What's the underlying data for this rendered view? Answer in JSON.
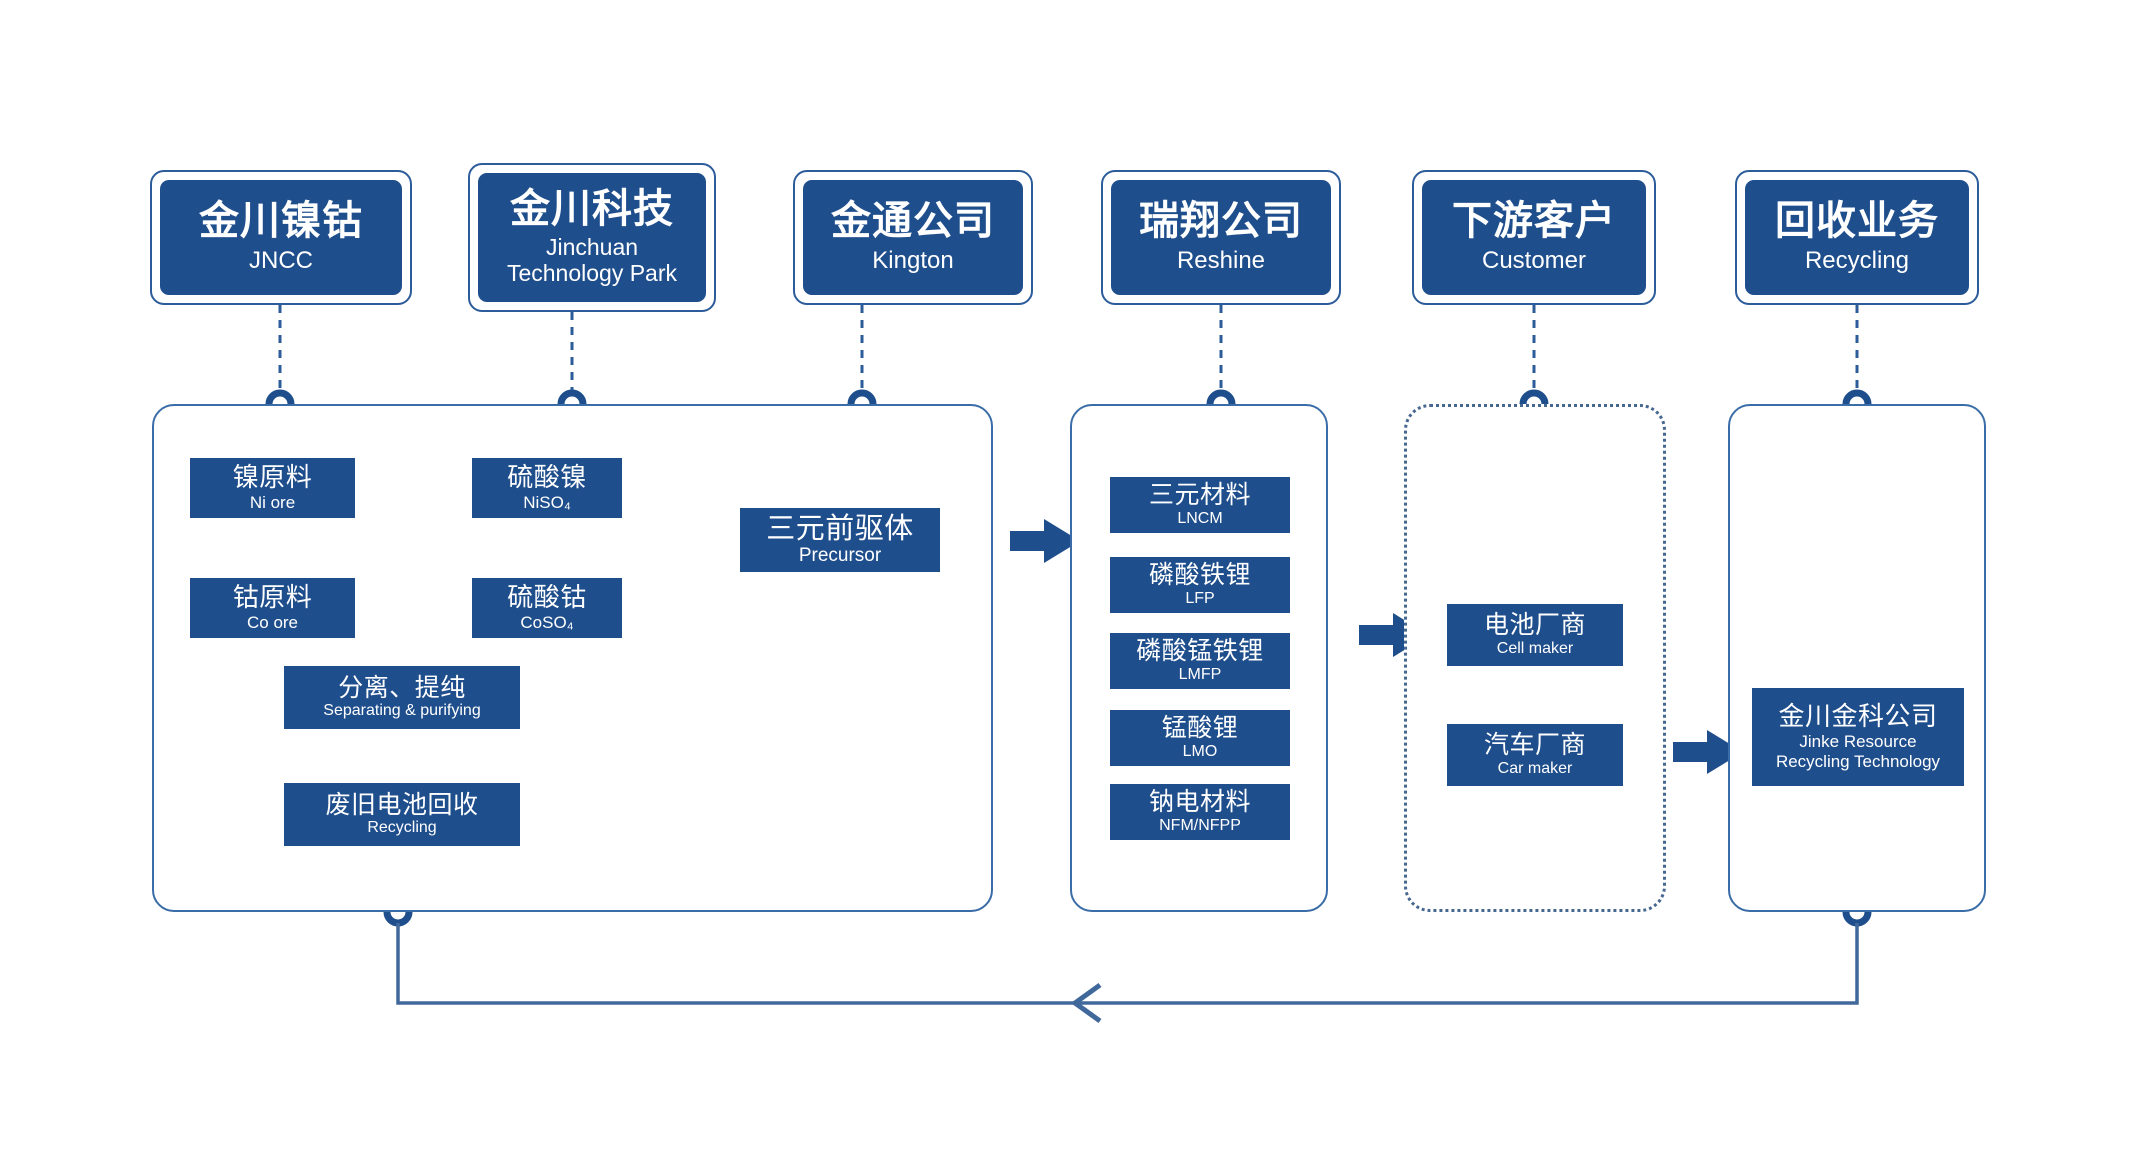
{
  "diagram": {
    "title": "Jinchuan battery materials value chain",
    "accent": "#1f4e8c",
    "panel_border": "#3a6ca8",
    "dotted_border": "#46678f"
  },
  "headers": [
    {
      "cn": "金川镍钴",
      "en": "JNCC"
    },
    {
      "cn": "金川科技",
      "en": "Jinchuan\nTechnology Park"
    },
    {
      "cn": "金通公司",
      "en": "Kington"
    },
    {
      "cn": "瑞翔公司",
      "en": "Reshine"
    },
    {
      "cn": "下游客户",
      "en": "Customer"
    },
    {
      "cn": "回收业务",
      "en": "Recycling"
    }
  ],
  "panels": {
    "upstream": {
      "nodes": [
        {
          "cn": "镍原料",
          "en": "Ni ore"
        },
        {
          "cn": "硫酸镍",
          "en": "NiSO₄"
        },
        {
          "cn": "钴原料",
          "en": "Co ore"
        },
        {
          "cn": "硫酸钴",
          "en": "CoSO₄"
        },
        {
          "cn": "三元前驱体",
          "en": "Precursor"
        },
        {
          "cn": "分离、提纯",
          "en": "Separating & purifying"
        },
        {
          "cn": "废旧电池回收",
          "en": "Recycling"
        }
      ]
    },
    "materials": {
      "nodes": [
        {
          "cn": "三元材料",
          "en": "LNCM"
        },
        {
          "cn": "磷酸铁锂",
          "en": "LFP"
        },
        {
          "cn": "磷酸锰铁锂",
          "en": "LMFP"
        },
        {
          "cn": "锰酸锂",
          "en": "LMO"
        },
        {
          "cn": "钠电材料",
          "en": "NFM/NFPP"
        }
      ]
    },
    "customers": {
      "nodes": [
        {
          "cn": "电池厂商",
          "en": "Cell maker"
        },
        {
          "cn": "汽车厂商",
          "en": "Car maker"
        }
      ]
    },
    "recycling": {
      "nodes": [
        {
          "cn": "金川金科公司",
          "en": "Jinke Resource\nRecycling Technology"
        }
      ]
    }
  },
  "icons": {
    "connector": "ring-connector-icon",
    "flow": "arrow-right-icon",
    "flow_up": "arrow-up-icon",
    "return": "return-path-arrow-icon"
  }
}
